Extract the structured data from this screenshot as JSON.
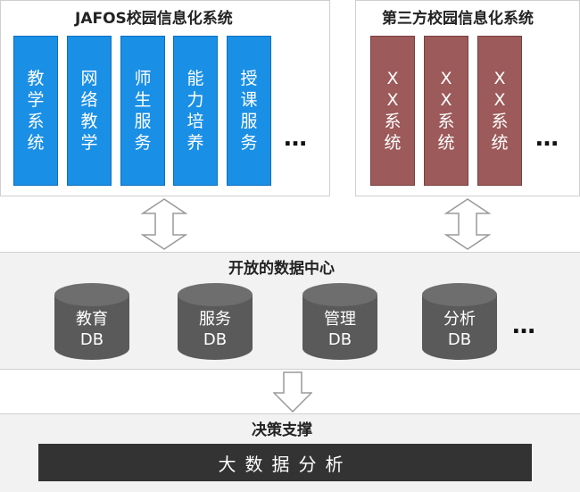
{
  "left_group": {
    "title": "JAFOS校园信息化系统",
    "systems": [
      {
        "chars": [
          "教",
          "学",
          "系",
          "统"
        ]
      },
      {
        "chars": [
          "网",
          "络",
          "教",
          "学"
        ]
      },
      {
        "chars": [
          "师",
          "生",
          "服",
          "务"
        ]
      },
      {
        "chars": [
          "能",
          "力",
          "培",
          "养"
        ]
      },
      {
        "chars": [
          "授",
          "课",
          "服",
          "务"
        ]
      }
    ],
    "more": "…",
    "color": "#1a8fe6"
  },
  "right_group": {
    "title": "第三方校园信息化系统",
    "systems": [
      {
        "chars": [
          "X",
          "X",
          "系",
          "统"
        ]
      },
      {
        "chars": [
          "X",
          "X",
          "系",
          "统"
        ]
      },
      {
        "chars": [
          "X",
          "X",
          "系",
          "统"
        ]
      }
    ],
    "more": "…",
    "color": "#9c5a5a"
  },
  "data_center": {
    "title": "开放的数据中心",
    "databases": [
      {
        "line1": "教育",
        "line2": "DB"
      },
      {
        "line1": "服务",
        "line2": "DB"
      },
      {
        "line1": "管理",
        "line2": "DB"
      },
      {
        "line1": "分析",
        "line2": "DB"
      }
    ],
    "more": "…"
  },
  "decision": {
    "title": "决策支撑",
    "bar_label": "大数据分析"
  }
}
